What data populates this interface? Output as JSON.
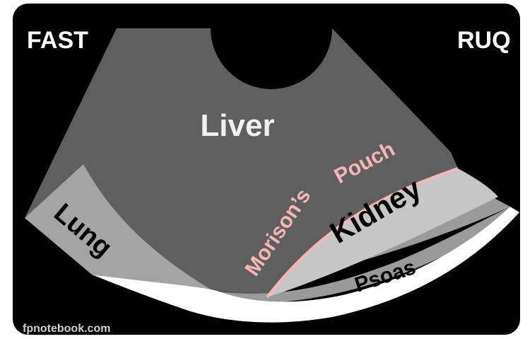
{
  "diagram": {
    "corner_left": "FAST",
    "corner_right": "RUQ",
    "credit": "fpnotebook.com",
    "regions": {
      "liver": "Liver",
      "lung": "Lung",
      "pouch": "Morison’s Pouch",
      "kidney": "Kidney",
      "psoas": "Psoas"
    }
  },
  "colors": {
    "background": "#000000",
    "liver": "#5f5f5f",
    "lung": "#a4a4a4",
    "kidney": "#c6c6c6",
    "psoas": "#9a9a9a",
    "bone_line": "#ffffff",
    "pouch_line": "#f6b6b6",
    "label_light": "#f0f0f0",
    "label_dark": "#000000"
  }
}
